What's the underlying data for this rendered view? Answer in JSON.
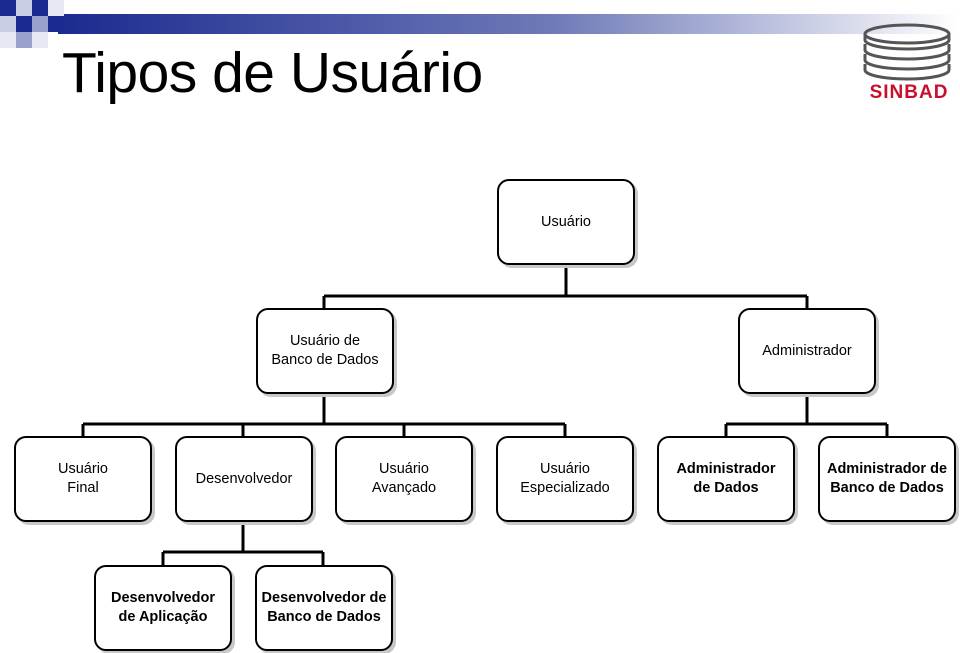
{
  "title": "Tipos de Usuário",
  "logo": {
    "text": "SINBAD",
    "color": "#c8102e"
  },
  "colors": {
    "band": "#1b2a8f",
    "line": "#000000",
    "shadow": "#c8c8c8"
  },
  "nodes": {
    "root": "Usuário",
    "db_user": "Usuário de\nBanco de Dados",
    "admin": "Administrador",
    "final": "Usuário\nFinal",
    "dev": "Desenvolvedor",
    "advanced": "Usuário\nAvançado",
    "specialized": "Usuário\nEspecializado",
    "data_admin": "Administrador\nde Dados",
    "dba": "Administrador de\nBanco de Dados",
    "app_dev": "Desenvolvedor\nde Aplicação",
    "db_dev": "Desenvolvedor de\nBanco de Dados"
  }
}
